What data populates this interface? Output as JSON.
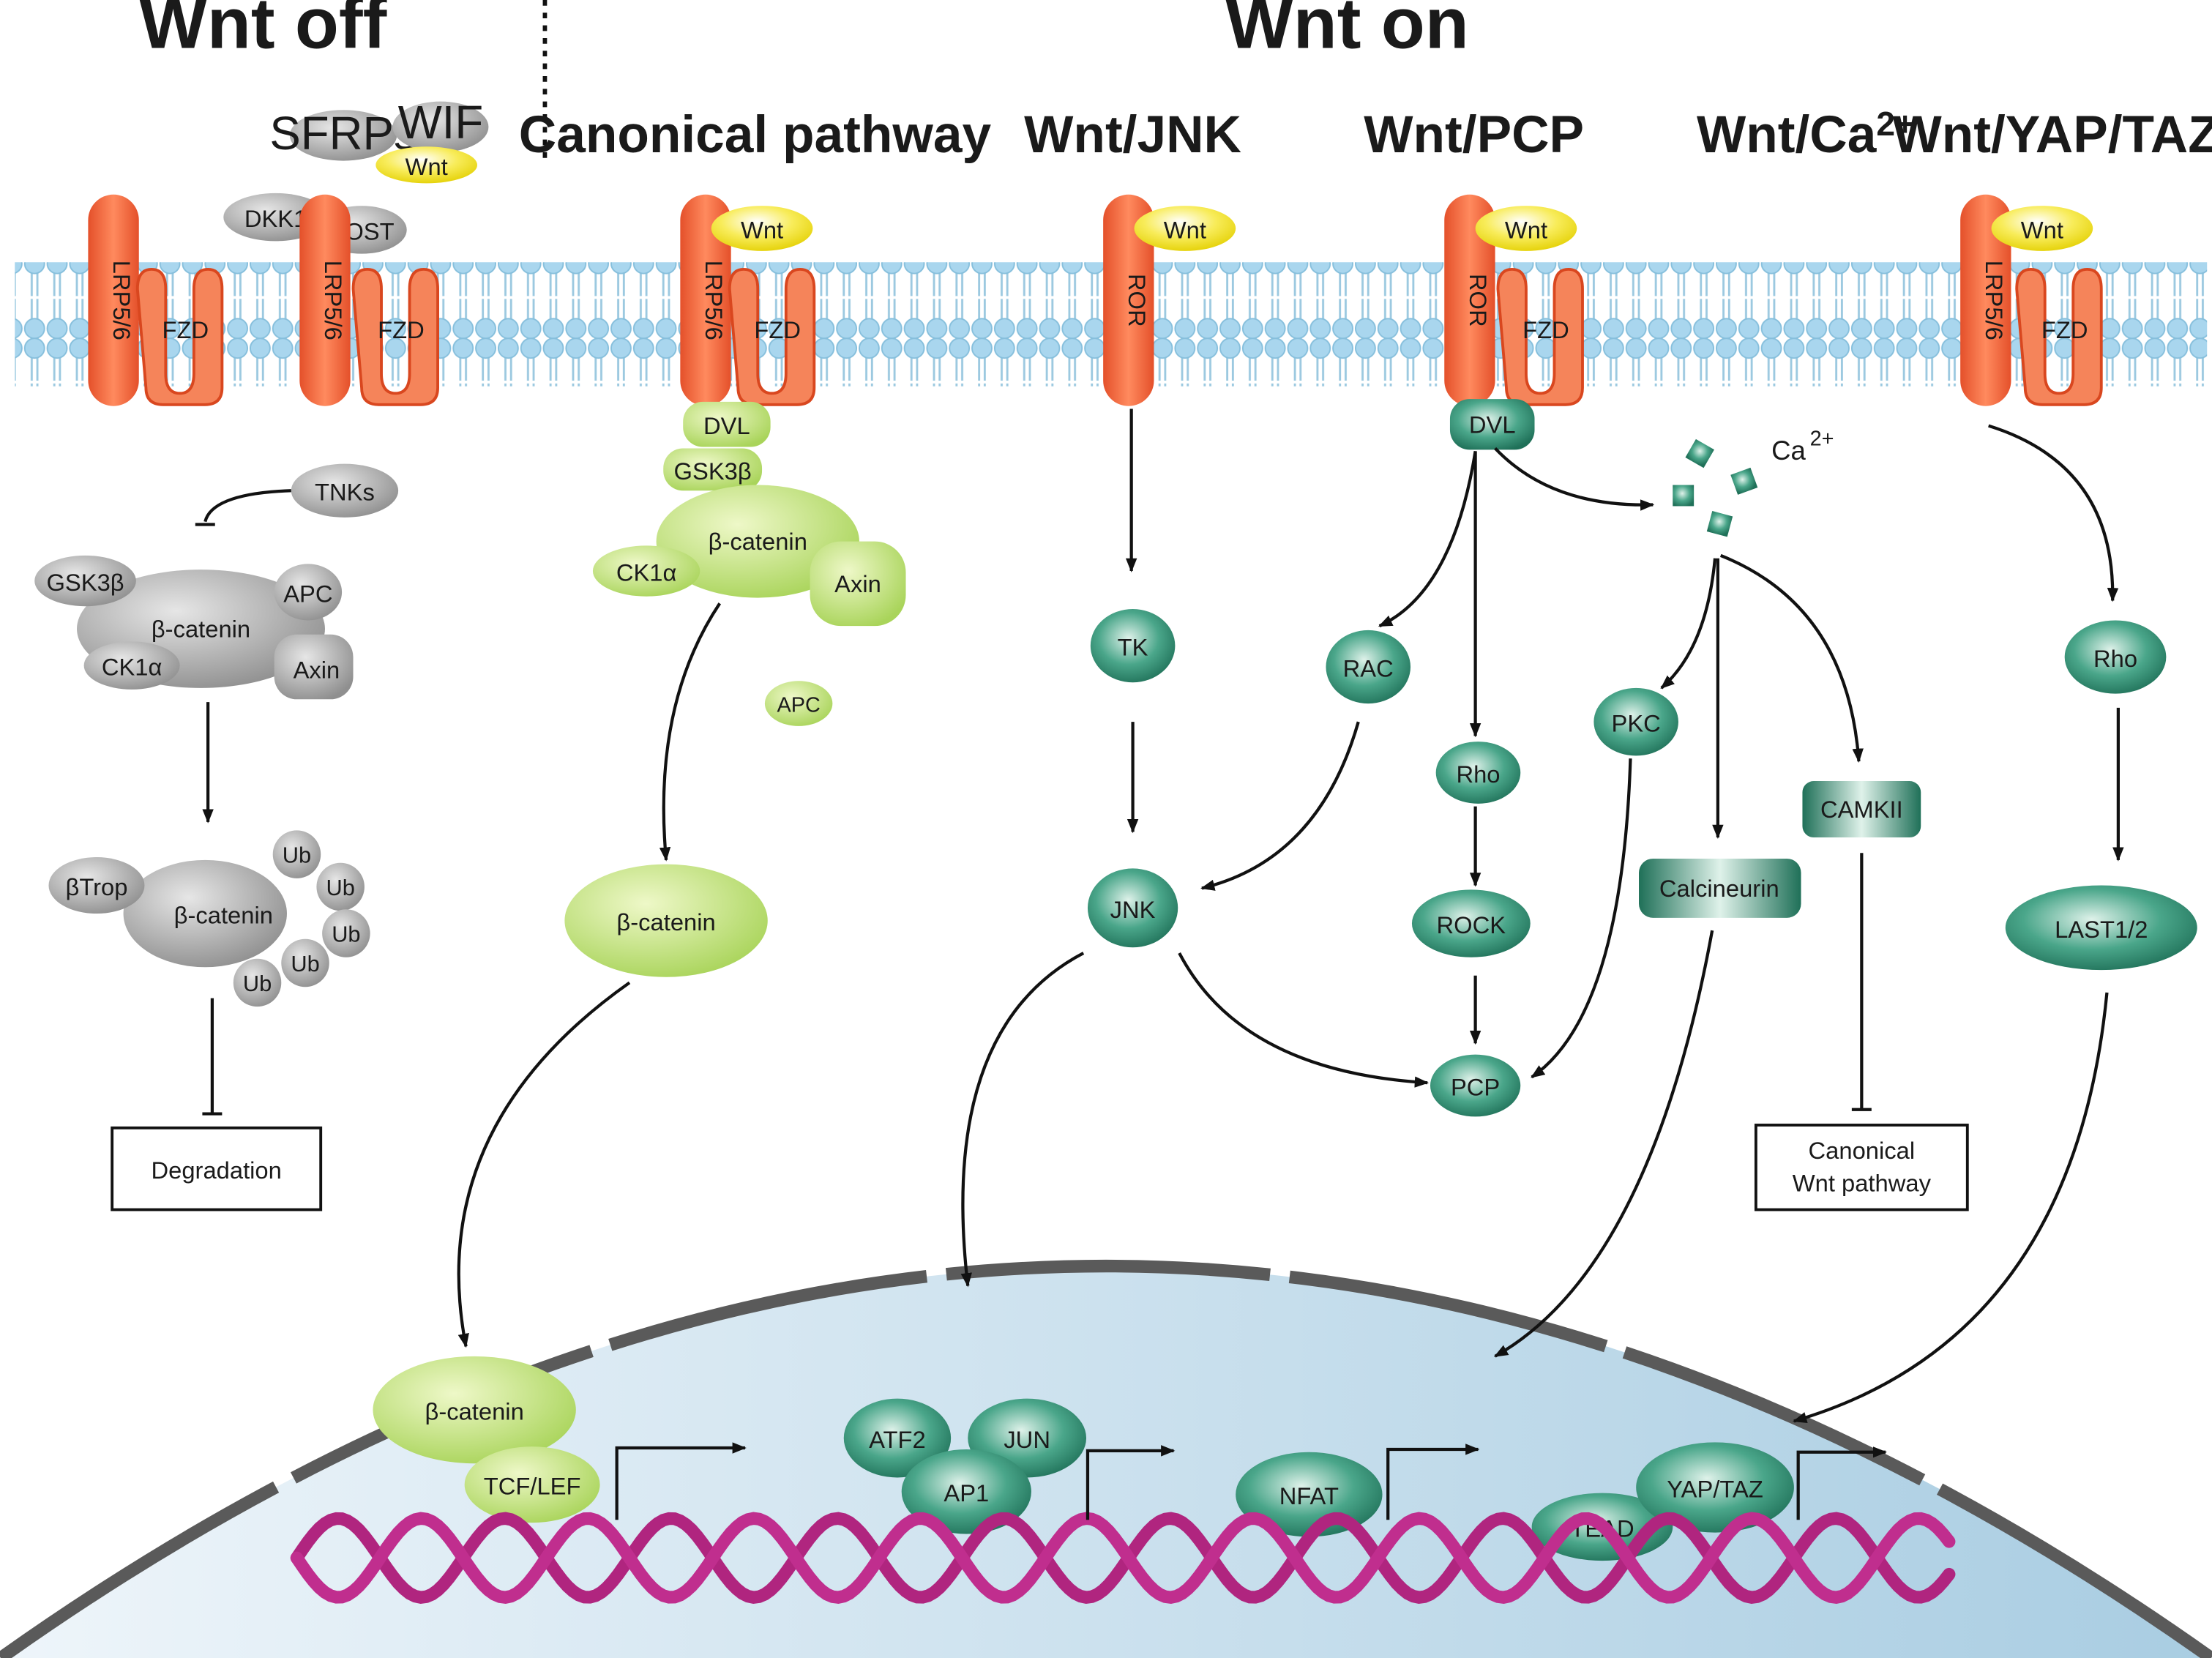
{
  "header": {
    "wnt_off": "Wnt off",
    "wnt_on": "Wnt on"
  },
  "pathways": {
    "canonical": "Canonical pathway",
    "jnk": "Wnt/JNK",
    "pcp": "Wnt/PCP",
    "ca": "Wnt/",
    "ca_ion": "Ca",
    "ca_sup": "2+",
    "yap": "Wnt/YAP/TAZ"
  },
  "receptors": {
    "lrp": "LRP5/6",
    "fzd": "FZD",
    "ror": "ROR",
    "wnt": "Wnt"
  },
  "wnt_off": {
    "sfrps": "SFRPs",
    "wif": "WIF",
    "wnt": "Wnt",
    "dkk1": "DKK1",
    "sost": "SOST",
    "tnks": "TNKs",
    "gsk3b": "GSK3β",
    "apc": "APC",
    "bcatenin": "β-catenin",
    "ck1a": "CK1α",
    "axin": "Axin",
    "btrop": "βTrop",
    "ub": "Ub",
    "degradation": "Degradation"
  },
  "canonical": {
    "dvl": "DVL",
    "gsk3b": "GSK3β",
    "bcatenin": "β-catenin",
    "ck1a": "CK1α",
    "axin": "Axin",
    "apc": "APC",
    "bcatenin_free": "β-catenin",
    "bcatenin_nuc": "β-catenin",
    "tcf": "TCF/LEF"
  },
  "jnk": {
    "tk": "TK",
    "jnk": "JNK",
    "atf2": "ATF2",
    "jun": "JUN",
    "ap1": "AP1"
  },
  "pcp": {
    "dvl": "DVL",
    "rac": "RAC",
    "rho": "Rho",
    "rock": "ROCK",
    "pcp": "PCP"
  },
  "ca": {
    "ion": "Ca",
    "sup": "2+",
    "pkc": "PKC",
    "calcineurin": "Calcineurin",
    "camkii": "CAMKII",
    "canonical_line1": "Canonical",
    "canonical_line2": "Wnt pathway",
    "nfat": "NFAT"
  },
  "yap": {
    "rho": "Rho",
    "last": "LAST1/2",
    "tead": "TEAD",
    "yaptaz": "YAP/TAZ"
  },
  "colors": {
    "receptor": "#f26b3a",
    "wnt": "#f4e41c",
    "grey": "#a8a8a8",
    "green_light": "#c8e67a",
    "teal": "#2f8f72",
    "dna": "#c02e8e",
    "membrane": "#8fc9e8",
    "nucleus": "#cfe3ef"
  }
}
